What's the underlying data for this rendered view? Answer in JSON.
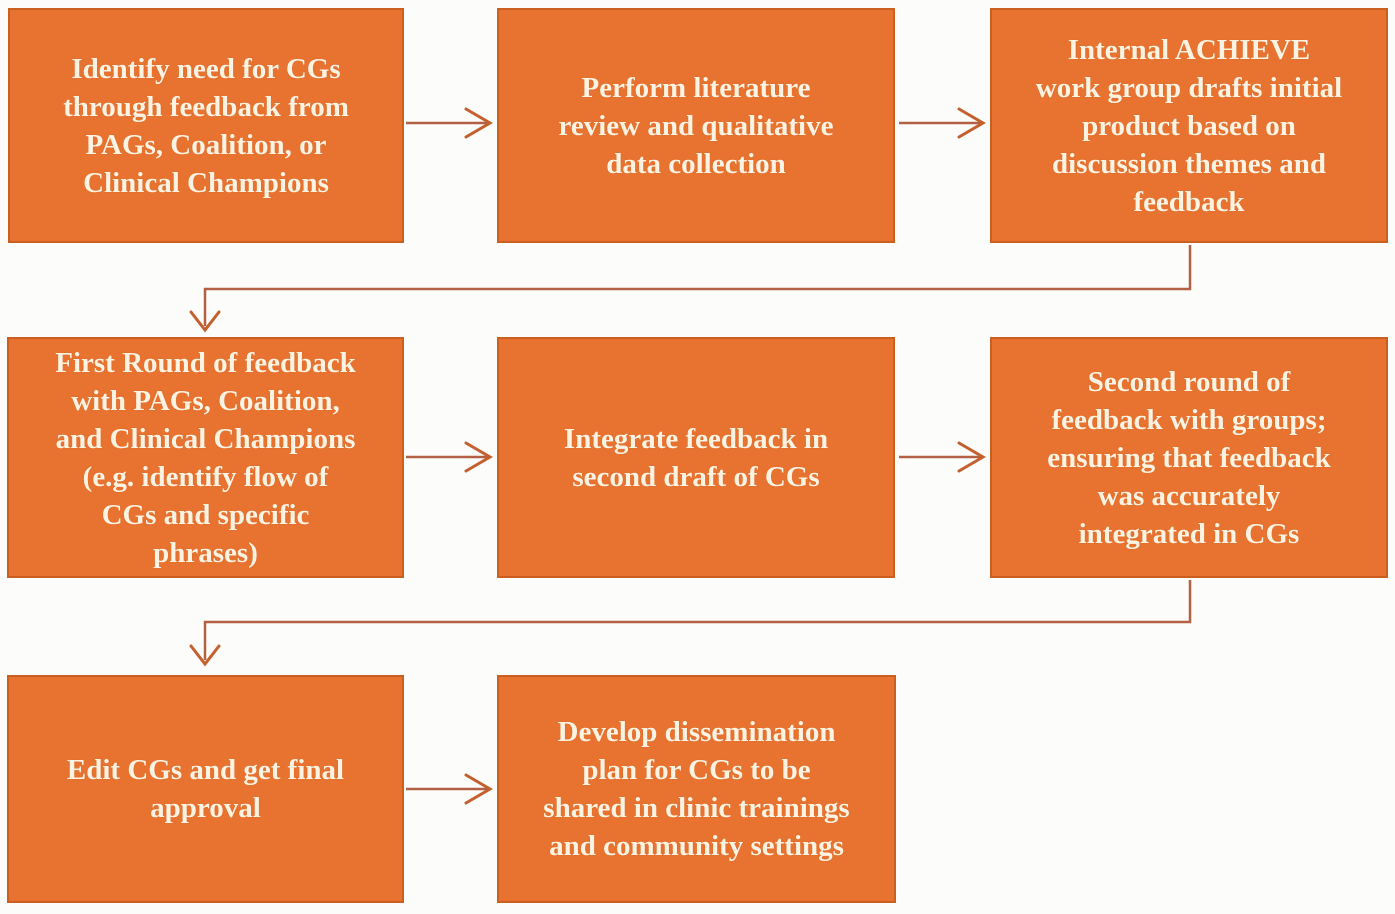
{
  "figure": {
    "type": "flowchart",
    "description": "Process flowchart of community guide (CG) development with eight steps in three rows"
  },
  "colors": {
    "box_fill": "#e87330",
    "box_border": "#cb5f20",
    "box_text": "#fcf3e3",
    "connector_line": "#b36044",
    "connector_arrowhead": "#c4602e",
    "background": "#fcfcfa"
  },
  "boxes": [
    {
      "id": "step-1",
      "text": "Identify need for CGs\nthrough feedback from\nPAGs, Coalition, or\nClinical Champions"
    },
    {
      "id": "step-2",
      "text": "Perform literature\nreview and qualitative\ndata collection"
    },
    {
      "id": "step-3",
      "text": "Internal ACHIEVE\nwork group drafts initial\nproduct based on\ndiscussion themes and\nfeedback"
    },
    {
      "id": "step-4",
      "text": "First Round of feedback\nwith PAGs, Coalition,\nand Clinical Champions\n(e.g. identify flow of\nCGs and specific\nphrases)"
    },
    {
      "id": "step-5",
      "text": "Integrate feedback in\nsecond draft of CGs"
    },
    {
      "id": "step-6",
      "text": "Second round of\nfeedback with groups;\nensuring that feedback\nwas accurately\nintegrated in CGs"
    },
    {
      "id": "step-7",
      "text": "Edit CGs and get final\napproval"
    },
    {
      "id": "step-8",
      "text": "Develop dissemination\nplan for CGs to be\nshared in clinic trainings\nand community settings"
    }
  ],
  "connectors": [
    {
      "from": "step-1",
      "to": "step-2",
      "style": "straight-right-arrow"
    },
    {
      "from": "step-2",
      "to": "step-3",
      "style": "straight-right-arrow"
    },
    {
      "from": "step-3",
      "to": "step-4",
      "style": "elbow-down-left-down-arrow"
    },
    {
      "from": "step-4",
      "to": "step-5",
      "style": "straight-right-arrow"
    },
    {
      "from": "step-5",
      "to": "step-6",
      "style": "straight-right-arrow"
    },
    {
      "from": "step-6",
      "to": "step-7",
      "style": "elbow-down-left-down-arrow"
    },
    {
      "from": "step-7",
      "to": "step-8",
      "style": "straight-right-arrow"
    }
  ]
}
